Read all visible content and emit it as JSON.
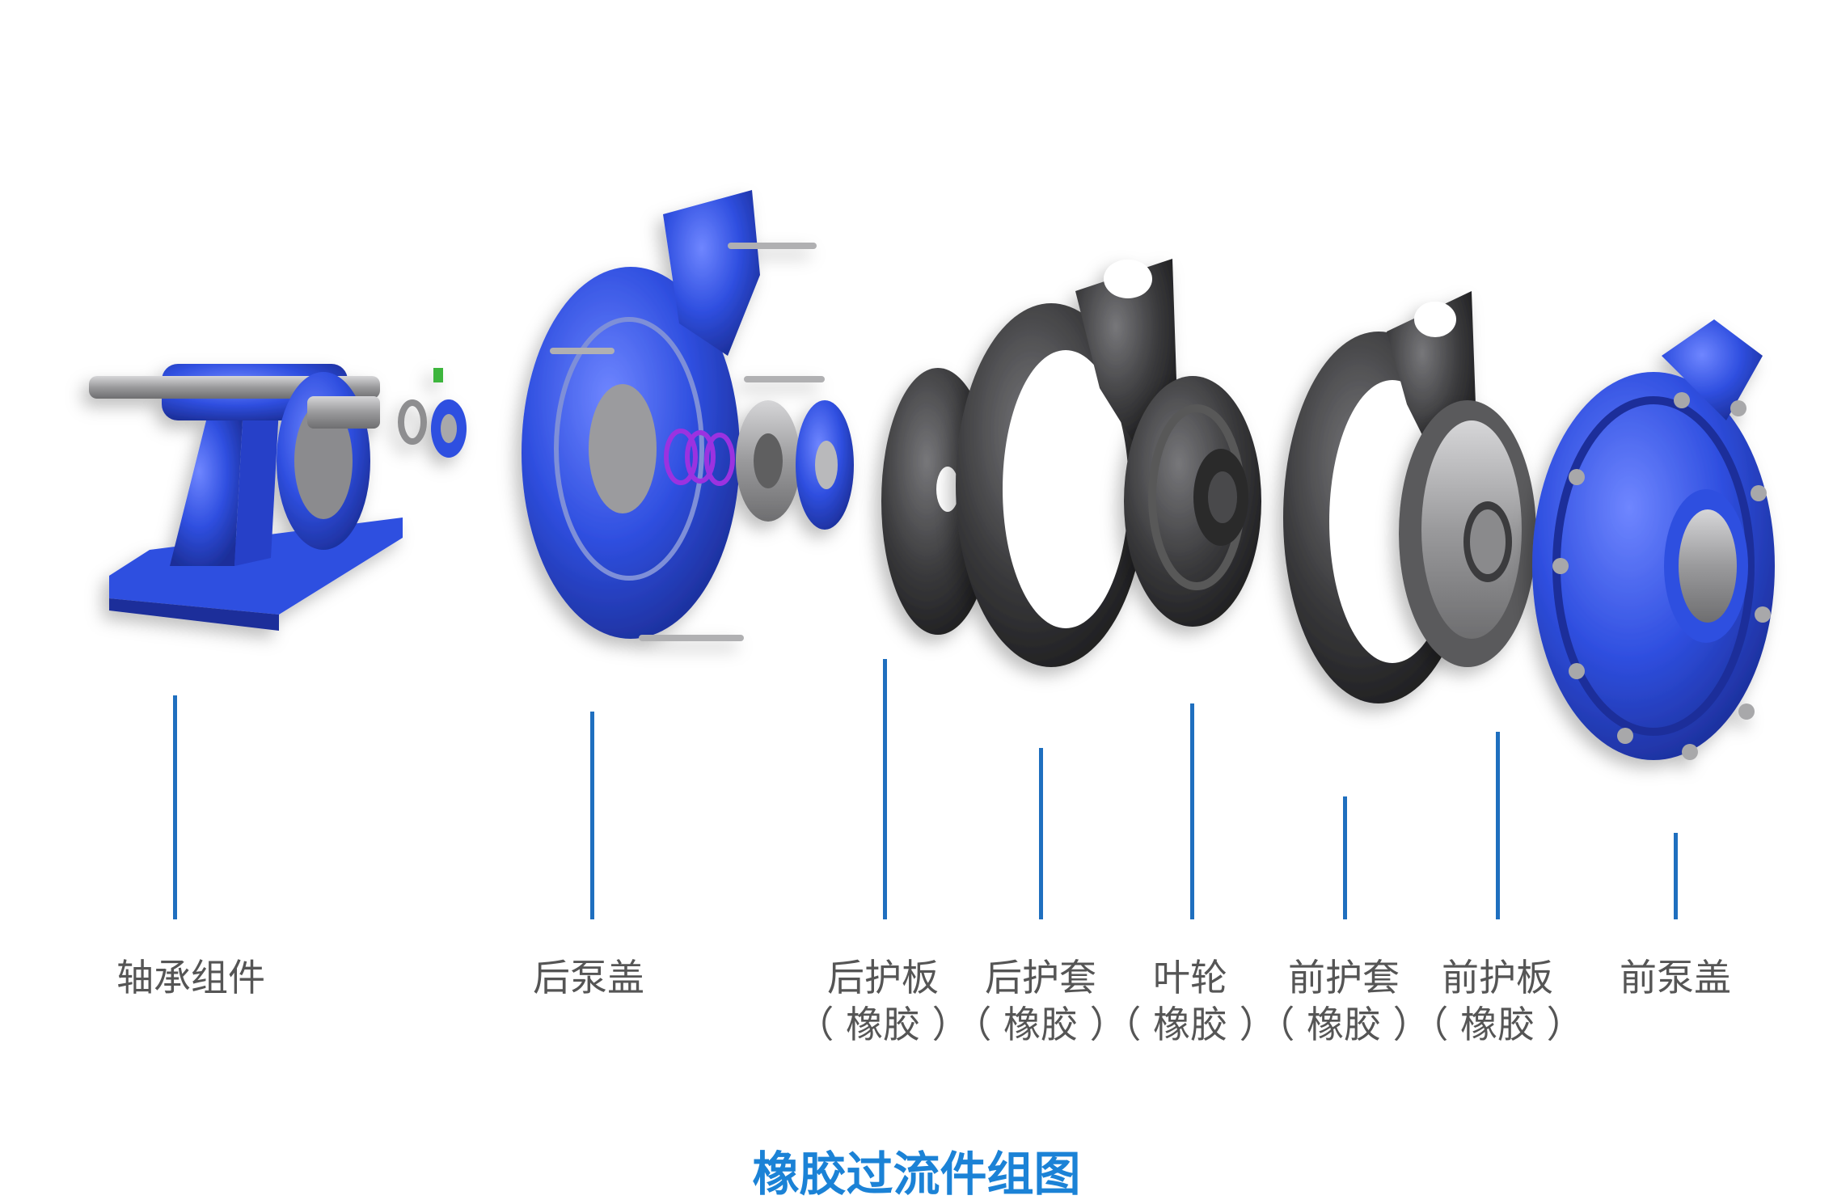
{
  "title": "橡胶过流件组图",
  "colors": {
    "blue_metal": "#2f4fe0",
    "blue_dark": "#1c2f9a",
    "rubber": "#3a3a3c",
    "rubber_light": "#6a6a6c",
    "steel": "#a8a8aa",
    "leader_line": "#1f6fbf",
    "title_color": "#1b82d6",
    "label_color": "#555555"
  },
  "components": [
    {
      "name": "轴承组件",
      "material": ""
    },
    {
      "name": "后泵盖",
      "material": ""
    },
    {
      "name": "后护板",
      "material": "（ 橡胶 ）"
    },
    {
      "name": "后护套",
      "material": "（ 橡胶 ）"
    },
    {
      "name": "叶轮",
      "material": "（ 橡胶 ）"
    },
    {
      "name": "前护套",
      "material": "（ 橡胶 ）"
    },
    {
      "name": "前护板",
      "material": "（ 橡胶 ）"
    },
    {
      "name": "前泵盖",
      "material": ""
    }
  ]
}
